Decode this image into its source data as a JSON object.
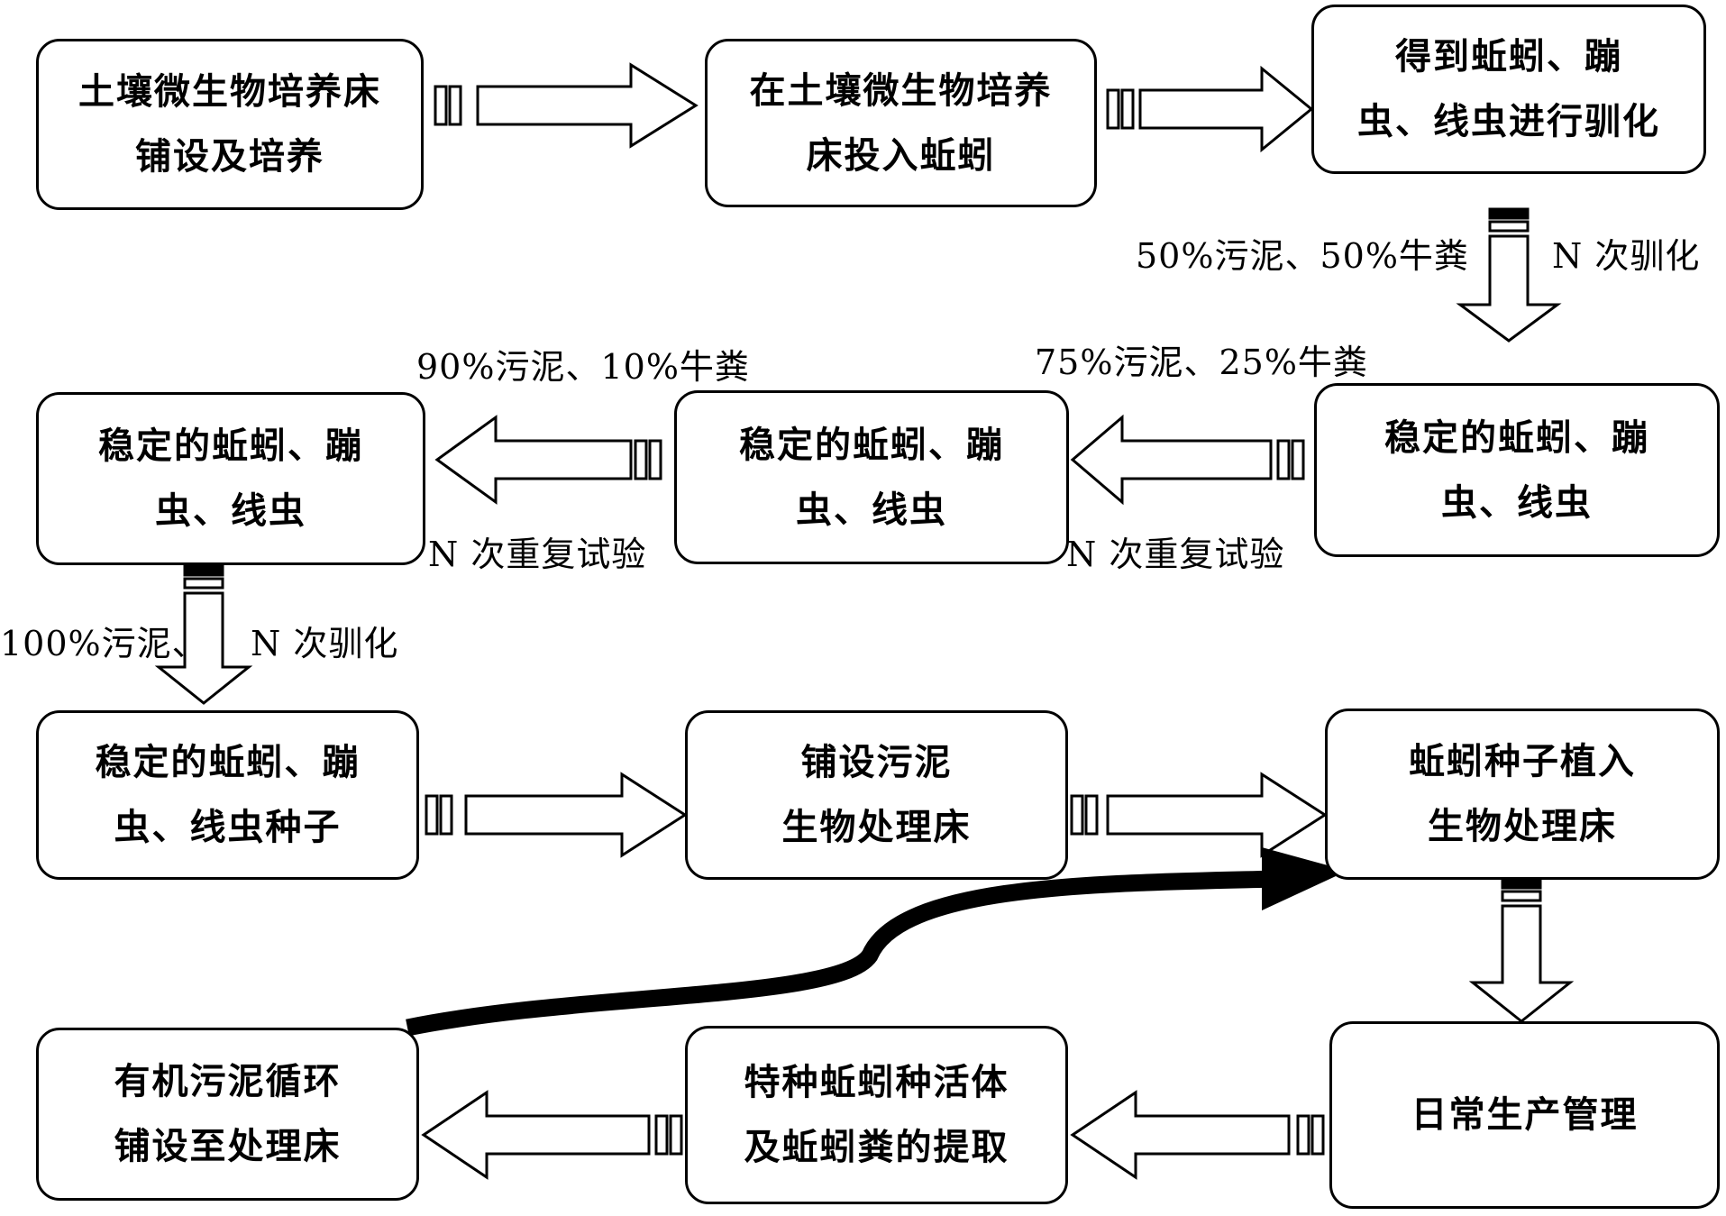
{
  "nodes": {
    "n1": [
      "土壤微生物培养床",
      "铺设及培养"
    ],
    "n2": [
      "在土壤微生物培养",
      "床投入蚯蚓"
    ],
    "n3": [
      "得到蚯蚓、蹦",
      "虫、线虫进行驯化"
    ],
    "n4": [
      "稳定的蚯蚓、蹦",
      "虫、线虫"
    ],
    "n5": [
      "稳定的蚯蚓、蹦",
      "虫、线虫"
    ],
    "n6": [
      "稳定的蚯蚓、蹦",
      "虫、线虫"
    ],
    "n7": [
      "稳定的蚯蚓、蹦",
      "虫、线虫种子"
    ],
    "n8": [
      "铺设污泥",
      "生物处理床"
    ],
    "n9": [
      "蚯蚓种子植入",
      "生物处理床"
    ],
    "n10": [
      "有机污泥循环",
      "铺设至处理床"
    ],
    "n11": [
      "特种蚯蚓种活体",
      "及蚯蚓粪的提取"
    ],
    "n12": [
      "日常生产管理"
    ]
  },
  "labels": {
    "sludge_50": "50%污泥、50%牛粪",
    "acclimate_n_1": "N 次驯化",
    "sludge_75": "75%污泥、25%牛粪",
    "repeat_n_1": "N 次重复试验",
    "sludge_90": "90%污泥、10%牛粪",
    "repeat_n_2": "N 次重复试验",
    "sludge_100": "100%污泥、",
    "acclimate_n_2": "N 次驯化"
  }
}
